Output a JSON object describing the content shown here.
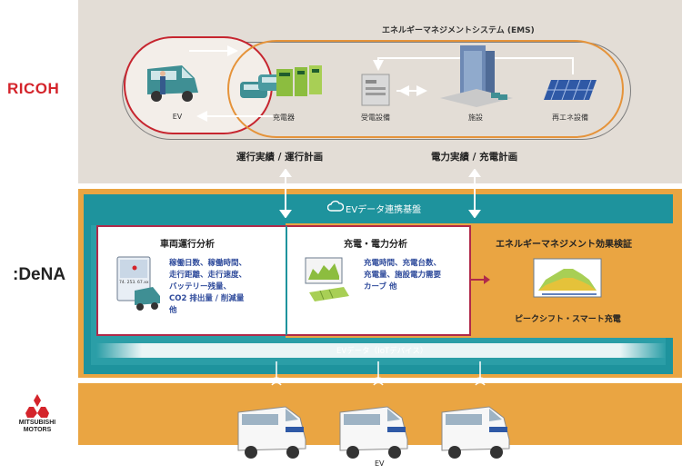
{
  "companies": {
    "ricoh": "RICOH",
    "dena": ":DeNA",
    "mitsubishi_line1": "MITSUBISHI",
    "mitsubishi_line2": "MOTORS"
  },
  "ems": {
    "title": "エネルギーマネジメントシステム (EMS)",
    "items": {
      "ev": "EV",
      "charger": "充電器",
      "power_receiving": "受電設備",
      "facility": "施設",
      "renewable": "再エネ設備"
    },
    "left_caption": "運行実績 / 運行計画",
    "right_caption": "電力実績 / 充電計画"
  },
  "platform": {
    "title": "EVデータ連携基盤",
    "box1": {
      "title": "車両運行分析",
      "lines": [
        "稼働日数、稼働時間、",
        "走行距離、走行速度、",
        "バッテリー残量、",
        "CO2 排出量 / 削減量",
        "他"
      ],
      "screen_text": "74.  253.  67.xx"
    },
    "box2": {
      "title": "充電・電力分析",
      "lines": [
        "充電時間、充電台数、",
        "充電量、施設電力需要",
        "カーブ 他"
      ]
    },
    "box3": {
      "title": "エネルギーマネジメント効果検証",
      "caption": "ピークシフト・スマート充電"
    },
    "ev_data_bar": "EVデータ（IoTデバイス）"
  },
  "bottom": {
    "label": "EV"
  },
  "colors": {
    "tan": "#e3ddd6",
    "orange": "#eaa542",
    "teal": "#1e939d",
    "red": "#c6252f",
    "accent_blue": "#2e4a9b"
  }
}
